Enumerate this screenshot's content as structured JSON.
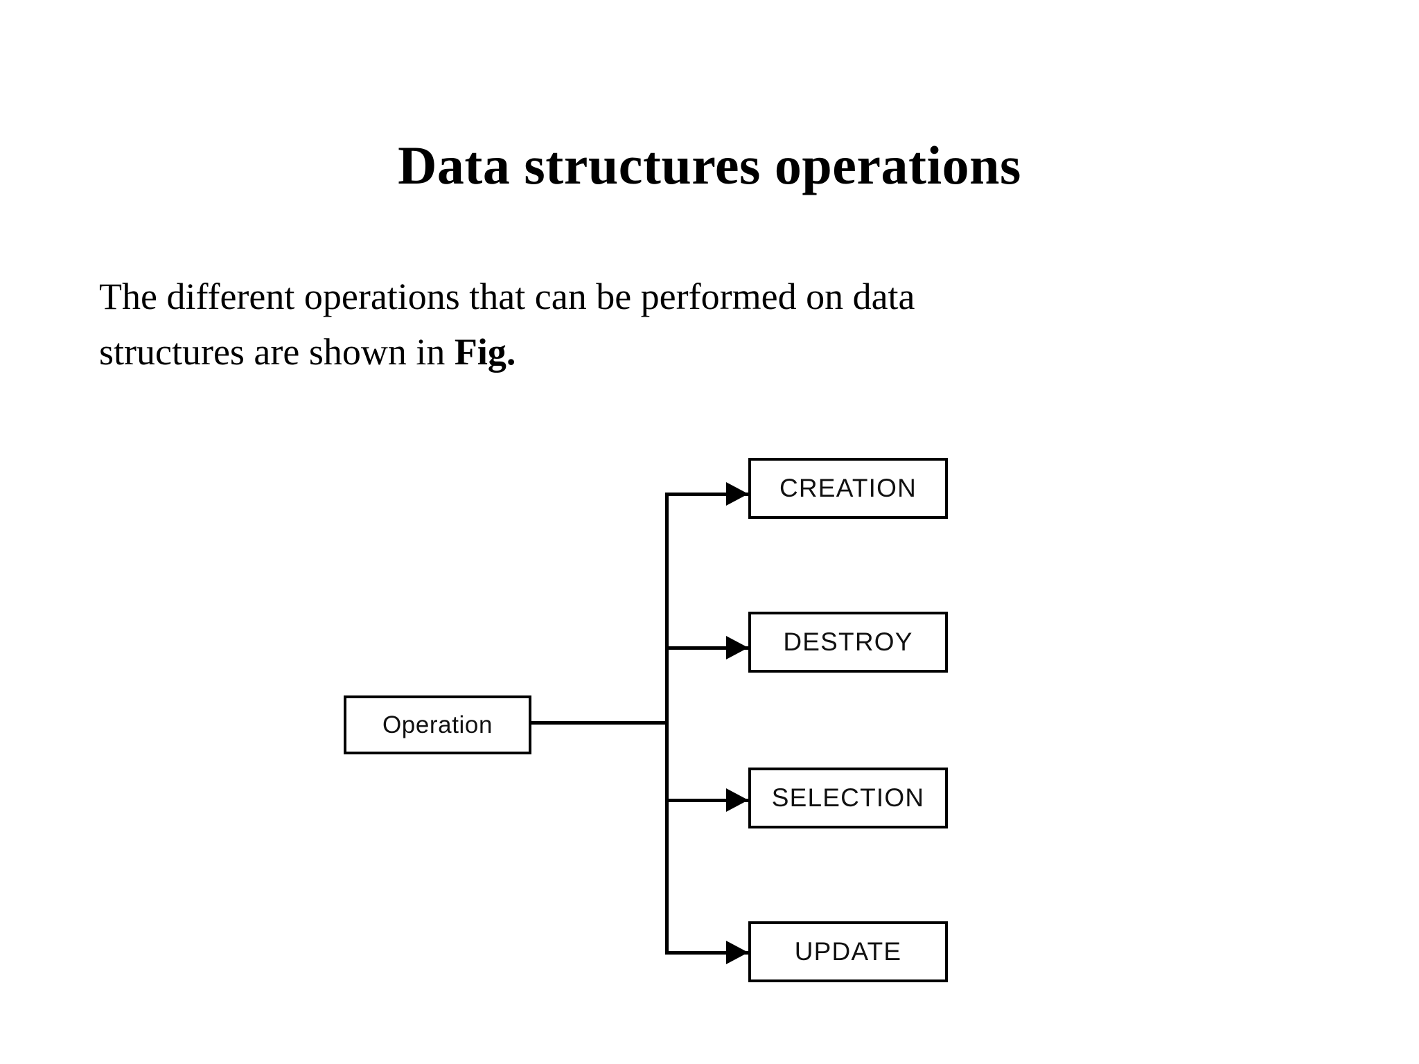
{
  "slide": {
    "title": "Data structures operations",
    "body": {
      "line1": "The different operations that can be performed on data",
      "line2_prefix": "structures are shown in ",
      "line2_bold": "Fig."
    },
    "background_color": "#ffffff",
    "text_color": "#000000"
  },
  "diagram": {
    "type": "tree",
    "line_color": "#000000",
    "box_fill": "#ffffff",
    "box_border_color": "#000000",
    "root": {
      "label": "Operation"
    },
    "children": [
      {
        "label": "CREATION"
      },
      {
        "label": "DESTROY"
      },
      {
        "label": "SELECTION"
      },
      {
        "label": "UPDATE"
      }
    ]
  }
}
